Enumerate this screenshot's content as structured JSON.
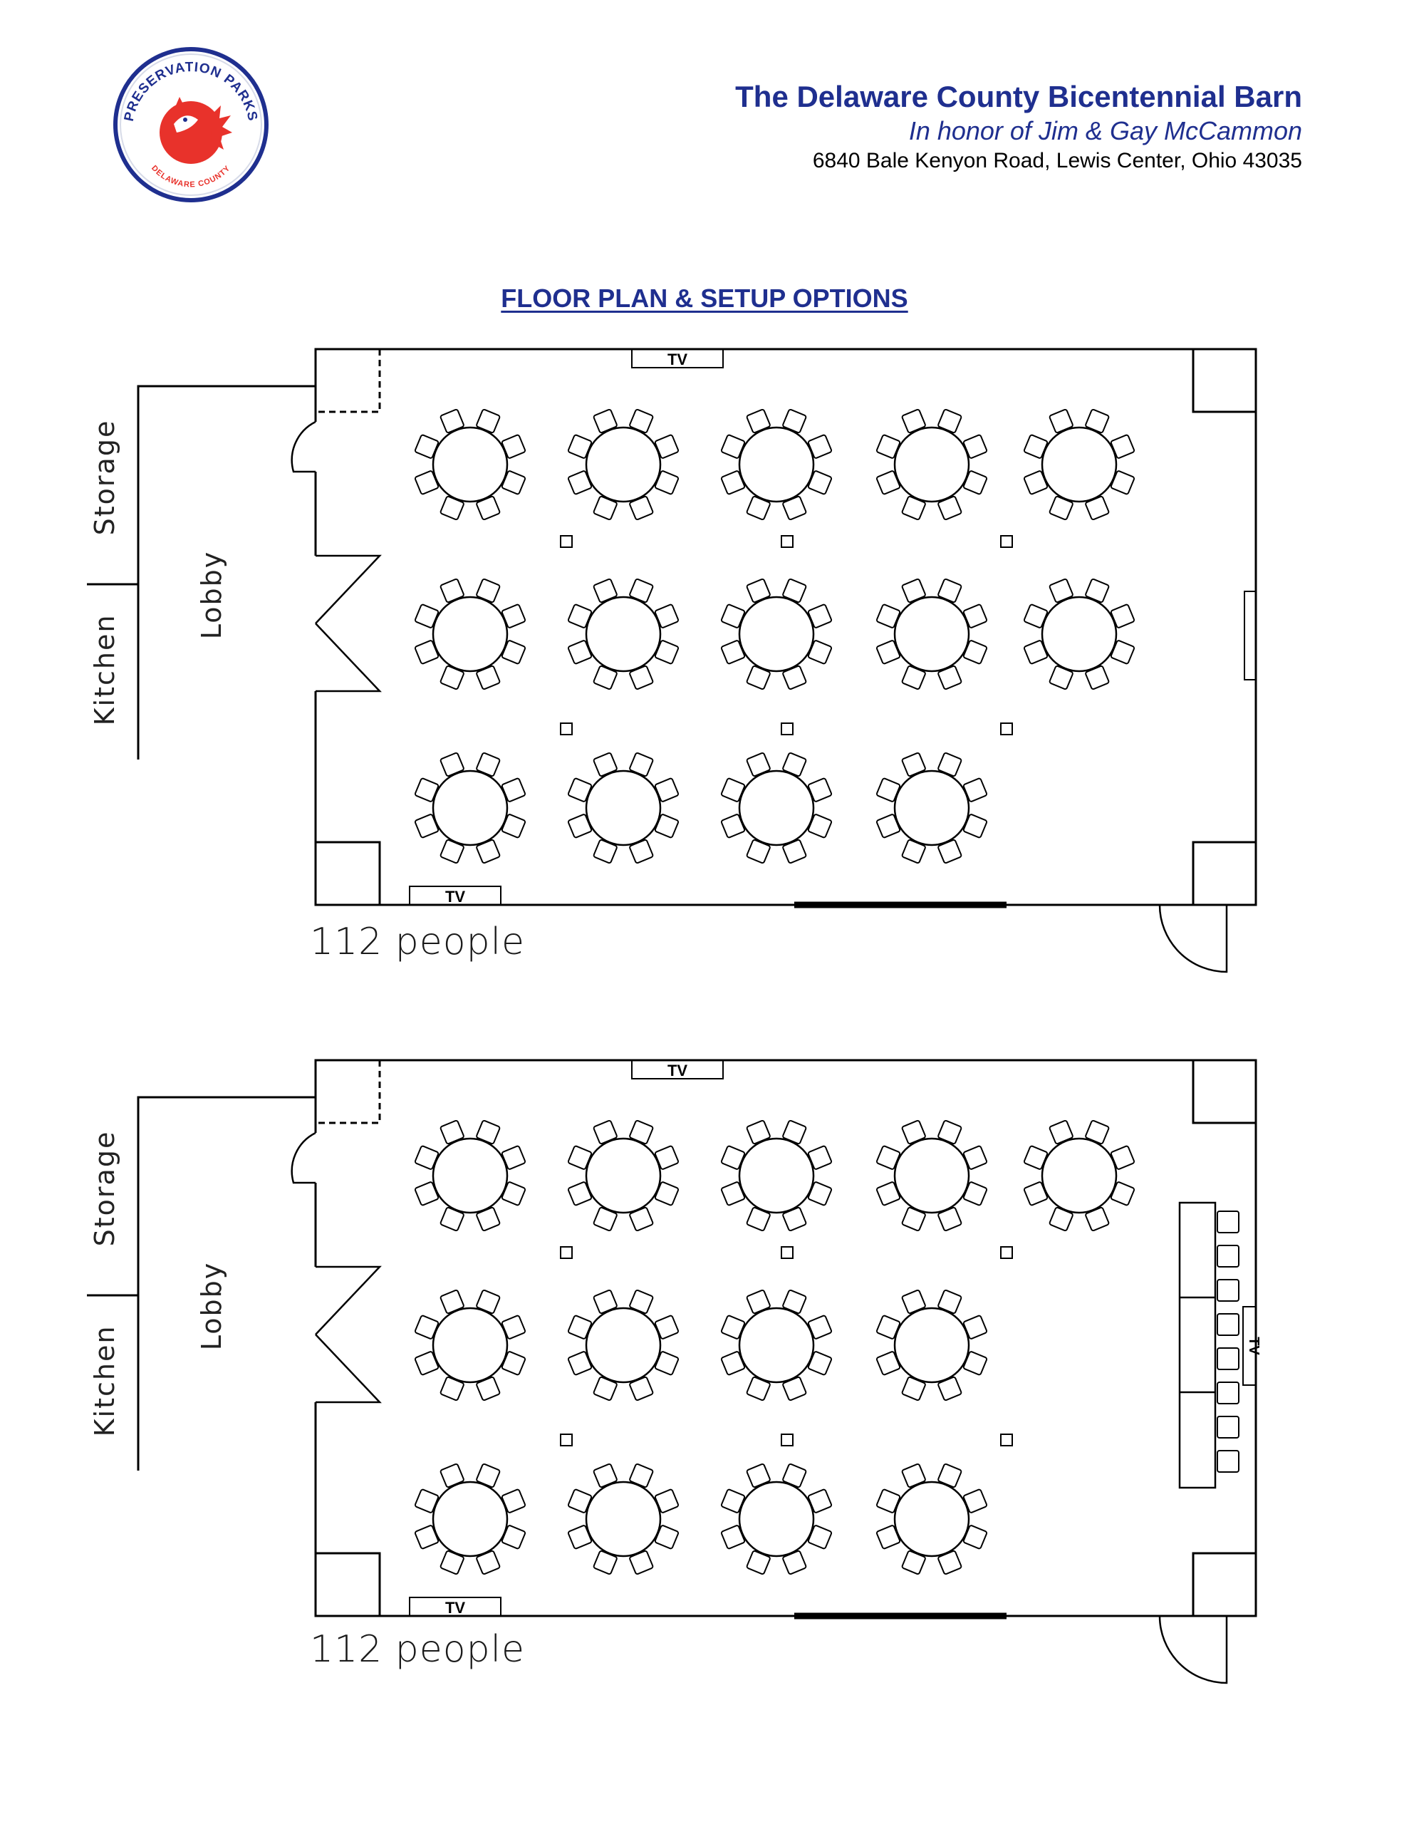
{
  "organization": {
    "logo_text_top": "PRESERVATION PARKS",
    "logo_text_bottom": "DELAWARE COUNTY"
  },
  "header": {
    "title": "The Delaware County Bicentennial Barn",
    "subtitle": "In honor of Jim & Gay McCammon",
    "address": "6840 Bale Kenyon Road, Lewis Center, Ohio 43035"
  },
  "page_title": "FLOOR PLAN & SETUP OPTIONS",
  "plans": [
    {
      "capacity_label": "112 people",
      "room_labels": {
        "storage": "Storage",
        "kitchen": "Kitchen",
        "lobby": "Lobby"
      },
      "tv_label": "TV",
      "round_tables_per_row": [
        5,
        5,
        4
      ],
      "seats_per_table": 8,
      "head_table": false
    },
    {
      "capacity_label": "112 people",
      "room_labels": {
        "storage": "Storage",
        "kitchen": "Kitchen",
        "lobby": "Lobby"
      },
      "tv_label": "TV",
      "round_tables_per_row": [
        5,
        4,
        4
      ],
      "seats_per_table": 8,
      "head_table": true,
      "head_table_seats": 8
    }
  ],
  "colors": {
    "brand_blue": "#1f2f8f",
    "logo_red": "#e8322b",
    "line": "#000000"
  }
}
